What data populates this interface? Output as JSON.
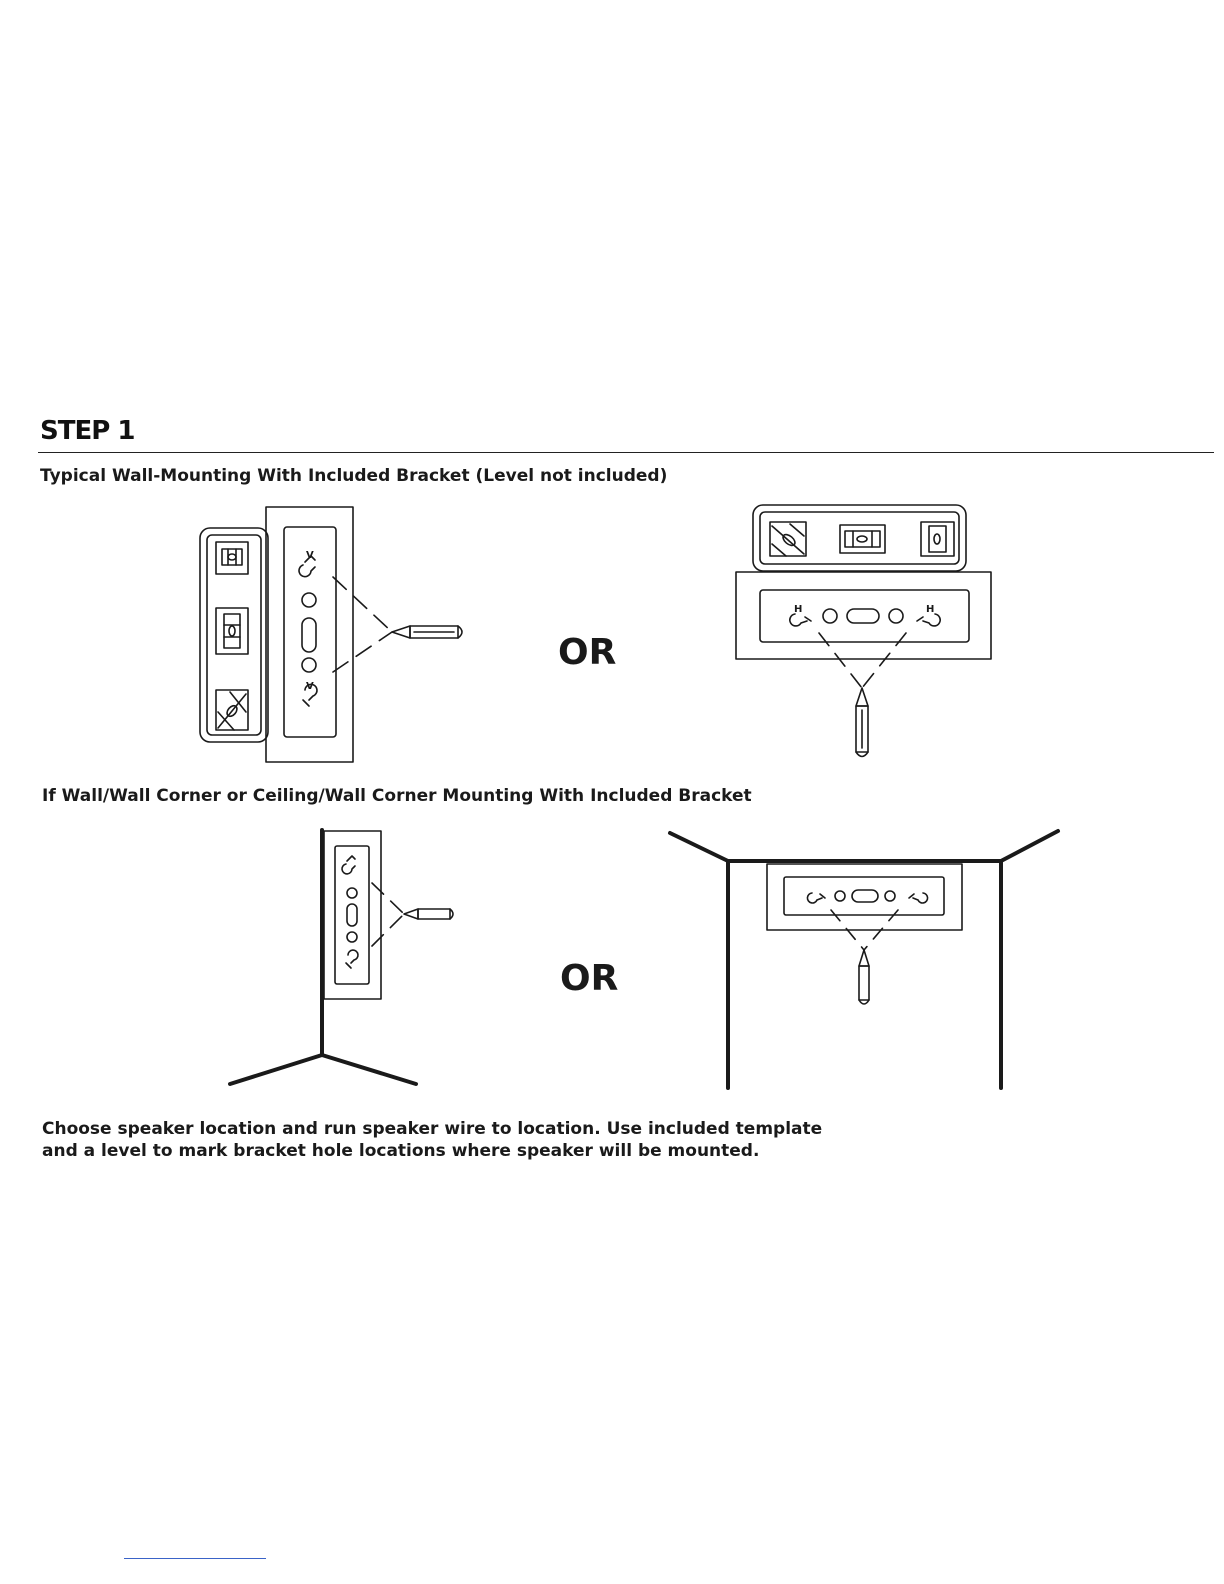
{
  "step": {
    "title": "STEP 1"
  },
  "section_1": {
    "heading": "Typical Wall-Mounting With Included Bracket (Level not included)",
    "or_label": "OR",
    "hole_label_vertical": "V",
    "hole_label_horizontal": "H"
  },
  "section_2": {
    "heading": "If Wall/Wall Corner or Ceiling/Wall Corner Mounting With Included Bracket",
    "or_label": "OR"
  },
  "instructions": {
    "line_1": "Choose speaker location and run speaker wire to location. Use included template",
    "line_2": "and a level to mark bracket hole locations where speaker will be mounted."
  }
}
